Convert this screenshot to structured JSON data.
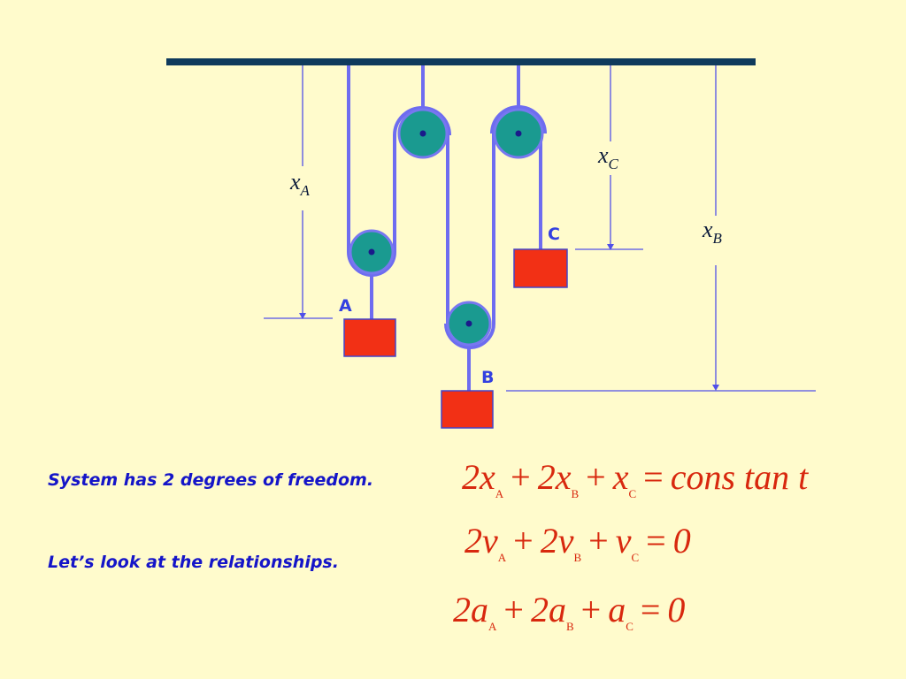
{
  "labels": {
    "block_a": "A",
    "block_b": "B",
    "block_c": "C",
    "xa_main": "x",
    "xa_sub": "A",
    "xb_main": "x",
    "xb_sub": "B",
    "xc_main": "x",
    "xc_sub": "C"
  },
  "notes": {
    "line1": "System has 2 degrees of freedom.",
    "line2": "Let’s look at the relationships."
  },
  "equations": {
    "eq1": {
      "c1": "2",
      "v1": "x",
      "s1": "A",
      "op1": "+",
      "c2": "2",
      "v2": "x",
      "s2": "B",
      "op2": "+",
      "v3": "x",
      "s3": "C",
      "eq": "=",
      "rhs": "cons tan t"
    },
    "eq2": {
      "c1": "2",
      "v1": "v",
      "s1": "A",
      "op1": "+",
      "c2": "2",
      "v2": "v",
      "s2": "B",
      "op2": "+",
      "v3": "v",
      "s3": "C",
      "eq": "=",
      "rhs": "0"
    },
    "eq3": {
      "c1": "2",
      "v1": "a",
      "s1": "A",
      "op1": "+",
      "c2": "2",
      "v2": "a",
      "s2": "B",
      "op2": "+",
      "v3": "a",
      "s3": "C",
      "eq": "=",
      "rhs": "0"
    }
  },
  "colors": {
    "background": "#FFFBCC",
    "ceiling": "#0F3A5C",
    "rope": "#6E6CF0",
    "pulley": "#1A9A90",
    "pulley_rim": "#7777F0",
    "block": "#F23015",
    "dimension_line": "#5050E8",
    "equation": "#D8280E",
    "note_text": "#1515C8"
  }
}
